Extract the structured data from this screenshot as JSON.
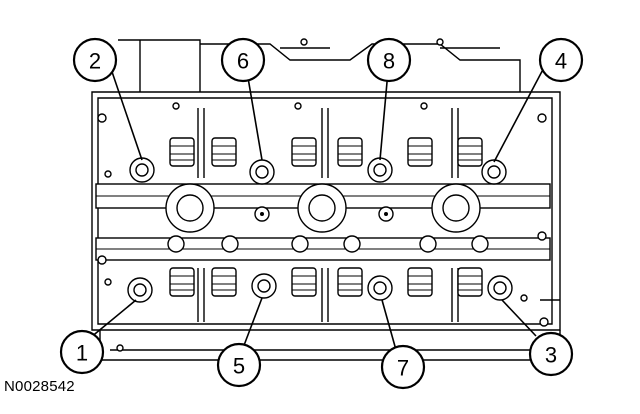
{
  "figure": {
    "id": "N0028542",
    "callouts": [
      "1",
      "2",
      "3",
      "4",
      "5",
      "6",
      "7",
      "8"
    ]
  },
  "colors": {
    "line": "#000000",
    "background": "#ffffff"
  }
}
